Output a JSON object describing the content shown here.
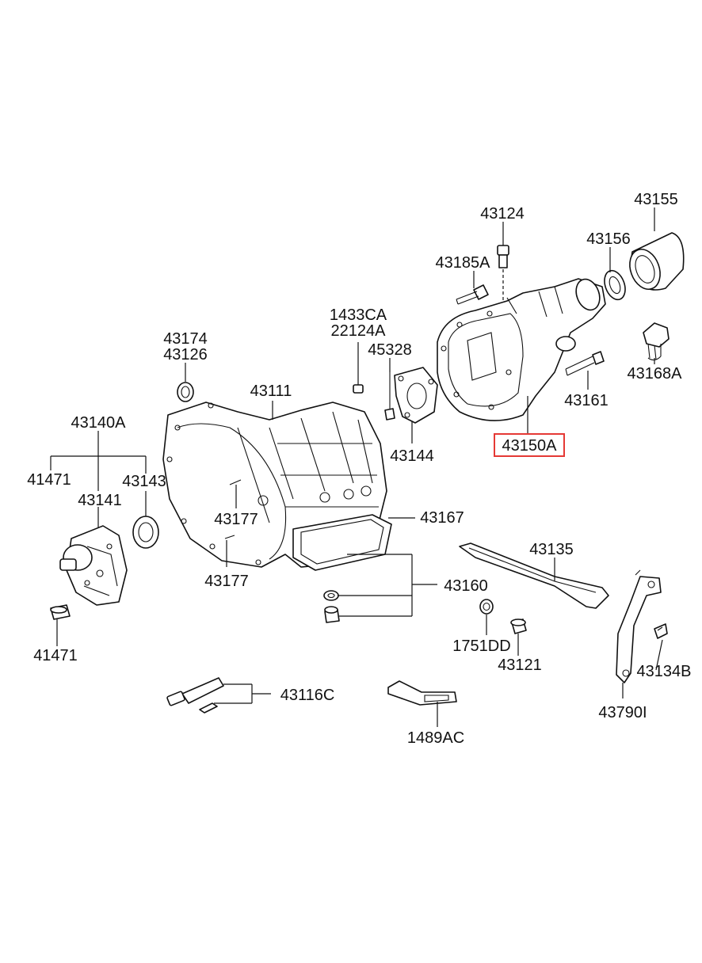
{
  "highlight_color": "#e53935",
  "labels": {
    "p43124": "43124",
    "p43155": "43155",
    "p43156": "43156",
    "p43185A": "43185A",
    "p1433CA": "1433CA",
    "p22124A": "22124A",
    "p43174": "43174",
    "p43126": "43126",
    "p45328": "45328",
    "p43168A": "43168A",
    "p43111": "43111",
    "p43161": "43161",
    "p43140A": "43140A",
    "p43150A": "43150A",
    "p41471a": "41471",
    "p43143": "43143",
    "p43144": "43144",
    "p43141": "43141",
    "p43167": "43167",
    "p43177a": "43177",
    "p43135": "43135",
    "p43177b": "43177",
    "p43160": "43160",
    "p41471b": "41471",
    "p1751DD": "1751DD",
    "p43121": "43121",
    "p43134B": "43134B",
    "p43116C": "43116C",
    "p43790I": "43790I",
    "p1489AC": "1489AC"
  }
}
